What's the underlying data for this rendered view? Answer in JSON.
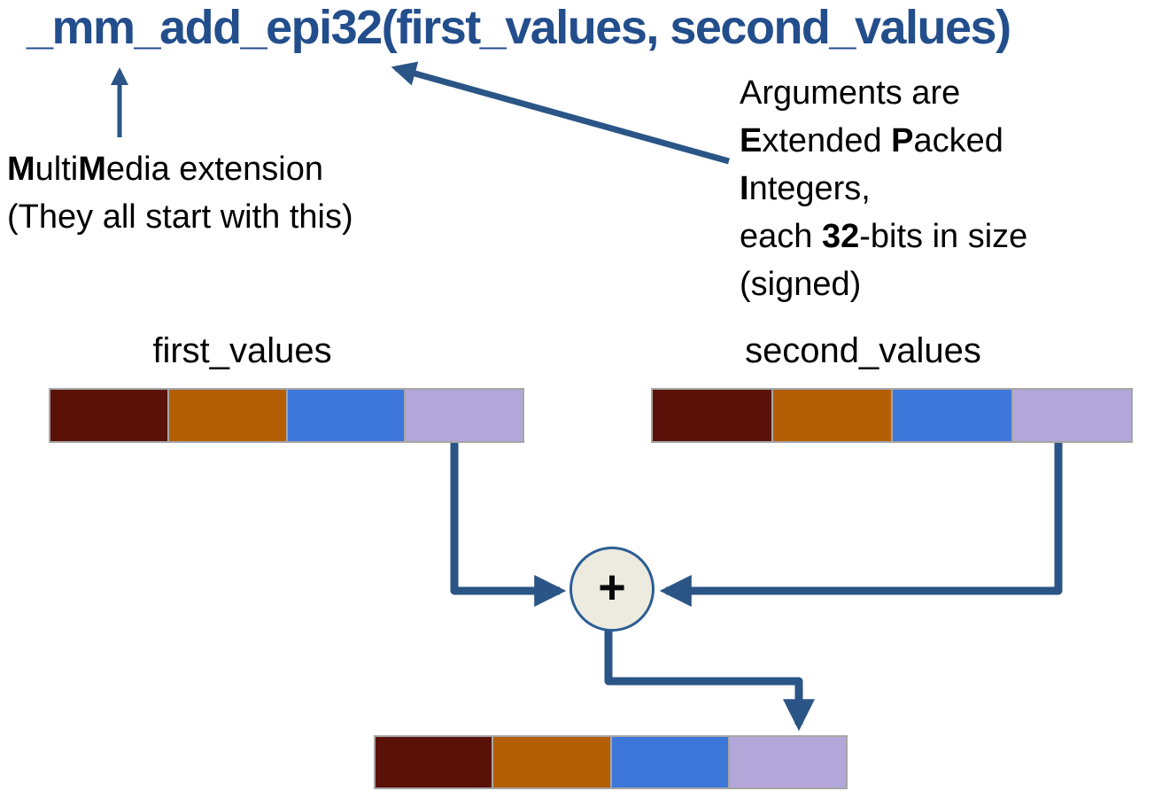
{
  "title": "_mm_add_epi32(first_values, second_values)",
  "notes": {
    "mmx": {
      "line1": {
        "b1": "M",
        "t1": "ulti",
        "b2": "M",
        "t2": "edia extension"
      },
      "line2": "(They all start with this)"
    },
    "args": {
      "line1": "Arguments are",
      "line2": {
        "b1": "E",
        "t1": "xtended ",
        "b2": "P",
        "t2": "acked"
      },
      "line3": {
        "b1": "I",
        "t1": "ntegers,"
      },
      "line4": {
        "t1": "each ",
        "b1": "32",
        "t2": "-bits in size"
      },
      "line5": "(signed)"
    }
  },
  "vectors": {
    "first": {
      "label": "first_values",
      "lanes": [
        "dark_red",
        "orange",
        "blue",
        "purple"
      ]
    },
    "second": {
      "label": "second_values",
      "lanes": [
        "dark_red",
        "orange",
        "blue",
        "purple"
      ]
    },
    "result": {
      "lanes": [
        "dark_red",
        "orange",
        "blue",
        "purple"
      ]
    }
  },
  "operator": "+",
  "colors": {
    "title_blue": "#234e8c",
    "arrow_blue": "#2a5586",
    "circle_border": "#2b5d93",
    "circle_fill": "#edebe0",
    "bar_border": "#a6a6a6",
    "segment_dark_red": "#5a1208",
    "segment_orange": "#b45f06",
    "segment_blue": "#3d77d9",
    "segment_purple": "#b3a6d9"
  }
}
